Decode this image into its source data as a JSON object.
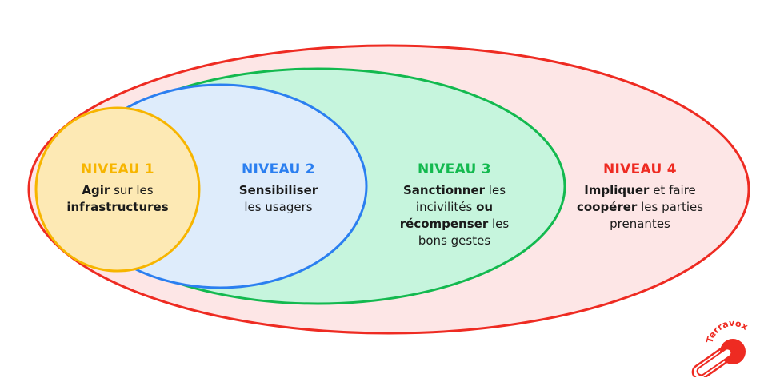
{
  "colors": {
    "level1": "#f7b500",
    "level2": "#2b7ff0",
    "level3": "#13b94f",
    "level4": "#ee2b22",
    "fill1": "#fde9b4",
    "fill2": "#deecfb",
    "fill3": "#c6f5dd",
    "fill4": "#fde6e6",
    "text": "#1a1a1a"
  },
  "levels": [
    {
      "title": "NIVEAU 1",
      "desc_parts": [
        [
          "Agir",
          true
        ],
        [
          " sur les ",
          false
        ],
        [
          "infrastructures",
          true
        ]
      ]
    },
    {
      "title": "NIVEAU 2",
      "desc_parts": [
        [
          "Sensibiliser",
          true
        ],
        [
          " les usagers",
          false
        ]
      ]
    },
    {
      "title": "NIVEAU 3",
      "desc_parts": [
        [
          "Sanctionner",
          true
        ],
        [
          " les incivilités ",
          false
        ],
        [
          "ou récompenser",
          true
        ],
        [
          " les bons gestes",
          false
        ]
      ]
    },
    {
      "title": "NIVEAU 4",
      "desc_parts": [
        [
          "Impliquer",
          true
        ],
        [
          " et faire ",
          false
        ],
        [
          "coopérer",
          true
        ],
        [
          " les parties prenantes",
          false
        ]
      ]
    }
  ],
  "logo": {
    "text": "Terravox",
    "icon": "terravox-logo-icon"
  }
}
